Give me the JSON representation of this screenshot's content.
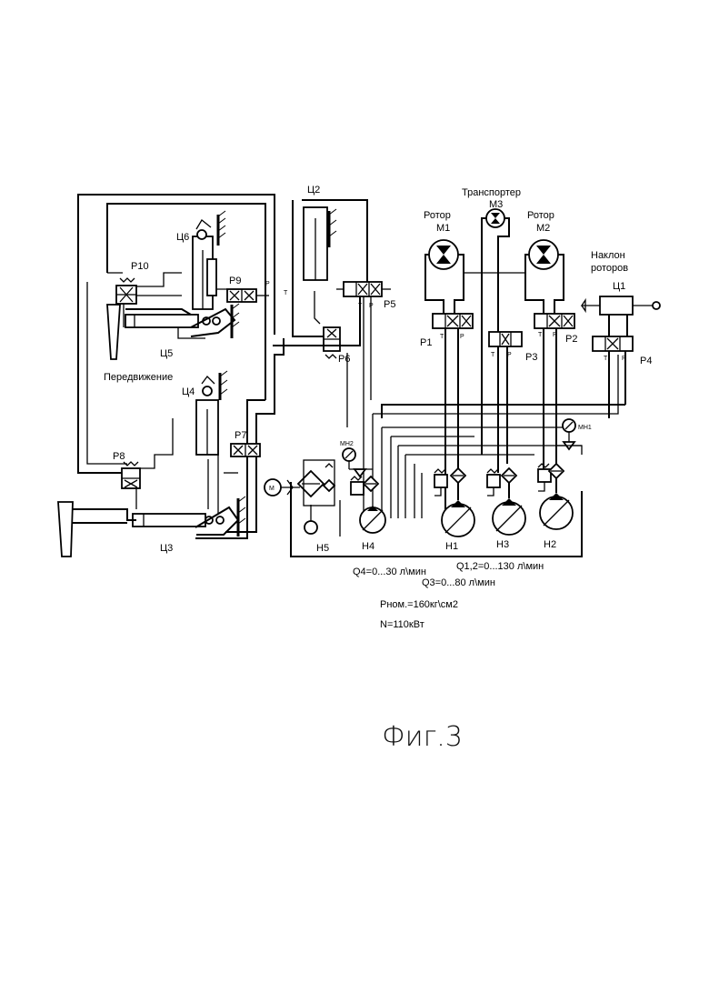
{
  "labels": {
    "c2": "Ц2",
    "transporter": "Транспортер",
    "m3": "М3",
    "rotor1": "Ротор",
    "m1": "М1",
    "rotor2": "Ротор",
    "m2": "М2",
    "tilt_line1": "Наклон",
    "tilt_line2": "роторов",
    "c1": "Ц1",
    "c6": "Ц6",
    "p10": "Р10",
    "p9": "Р9",
    "p5": "Р5",
    "p1": "Р1",
    "p3": "Р3",
    "p2": "Р2",
    "p4": "Р4",
    "c5": "Ц5",
    "p6": "Р6",
    "travel": "Передвижение",
    "c4": "Ц4",
    "p7": "Р7",
    "p8": "Р8",
    "c3": "Ц3",
    "h1": "Н1",
    "h2": "Н2",
    "h3": "Н3",
    "h4": "Н4",
    "h5": "Н5",
    "mn1": "МН1",
    "mn2": "МН2",
    "motor": "М",
    "port_p": "Р",
    "port_t": "Т"
  },
  "specs": {
    "q4": "Q4=0...30 л\\мин",
    "q12": "Q1,2=0...130 л\\мин",
    "q3": "Q3=0...80 л\\мин",
    "pnom": "Рном.=160кг\\см2",
    "power": "N=110кВт"
  },
  "figure_caption": "Фиг.3"
}
